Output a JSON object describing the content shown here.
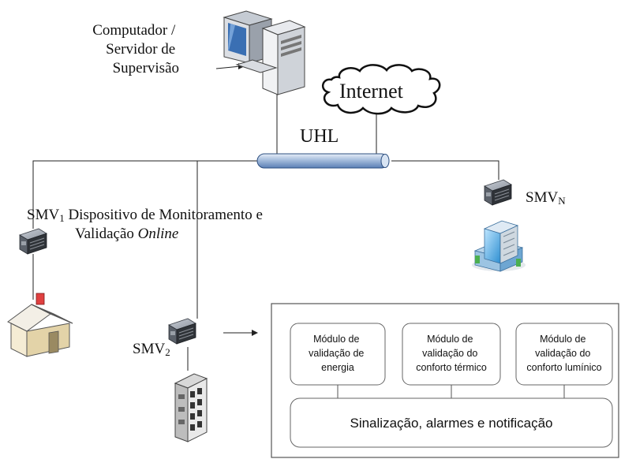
{
  "labels": {
    "supervision_server": [
      "Computador /",
      "Servidor de",
      "Supervisão"
    ],
    "internet": "Internet",
    "bus": "UHL",
    "smv1_prefix": "SMV",
    "smv1_sub": "1",
    "smv1_desc_line1": " Dispositivo de Monitoramento e",
    "smv1_desc_line2a": "Validação ",
    "smv1_desc_line2b": "Online",
    "smv2_prefix": "SMV",
    "smv2_sub": "2",
    "smvn_prefix": "SMV",
    "smvn_sub": "N"
  },
  "modules": [
    {
      "lines": [
        "Módulo de",
        "validação de",
        "energia"
      ]
    },
    {
      "lines": [
        "Módulo de",
        "validação do",
        "conforto térmico"
      ]
    },
    {
      "lines": [
        "Módulo de",
        "validação do",
        "conforto lumínico"
      ]
    }
  ],
  "bottom_box": "Sinalização, alarmes e notificação",
  "icons": [
    "computer-icon",
    "cloud-icon",
    "server-icon",
    "house-icon",
    "building-icon",
    "office-building-icon"
  ]
}
